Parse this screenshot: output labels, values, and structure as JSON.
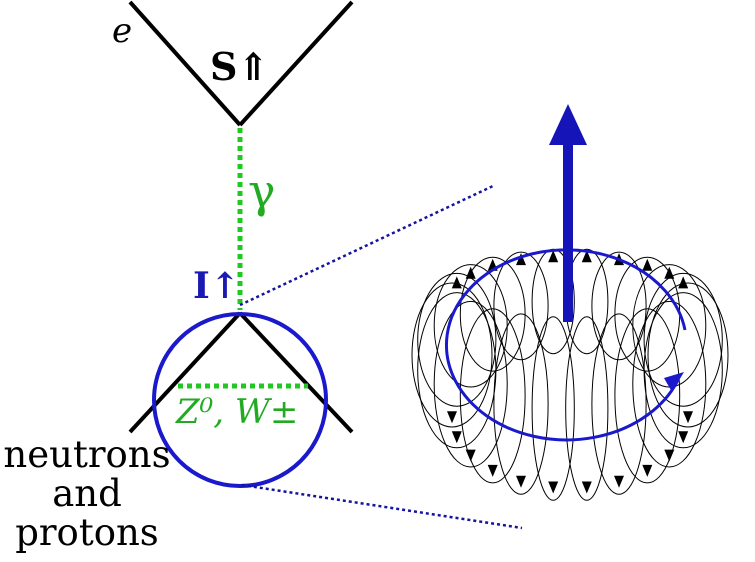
{
  "labels": {
    "electron": "e",
    "electron_spin": "S⇑",
    "photon": "γ",
    "anapole": "I↑",
    "weak_bosons": "Z⁰, W±",
    "nucleons_line1": "neutrons",
    "nucleons_line2": "and",
    "nucleons_line3": "protons"
  },
  "colors": {
    "lines": "#000000",
    "photon": "#22c822",
    "boson_label": "#22aa22",
    "nucleus_circle": "#1a1acc",
    "toroid_arrow": "#1414b8",
    "field_loops": "#000000"
  },
  "icons": [
    "up-arrow-icon",
    "circular-arrow-icon"
  ]
}
